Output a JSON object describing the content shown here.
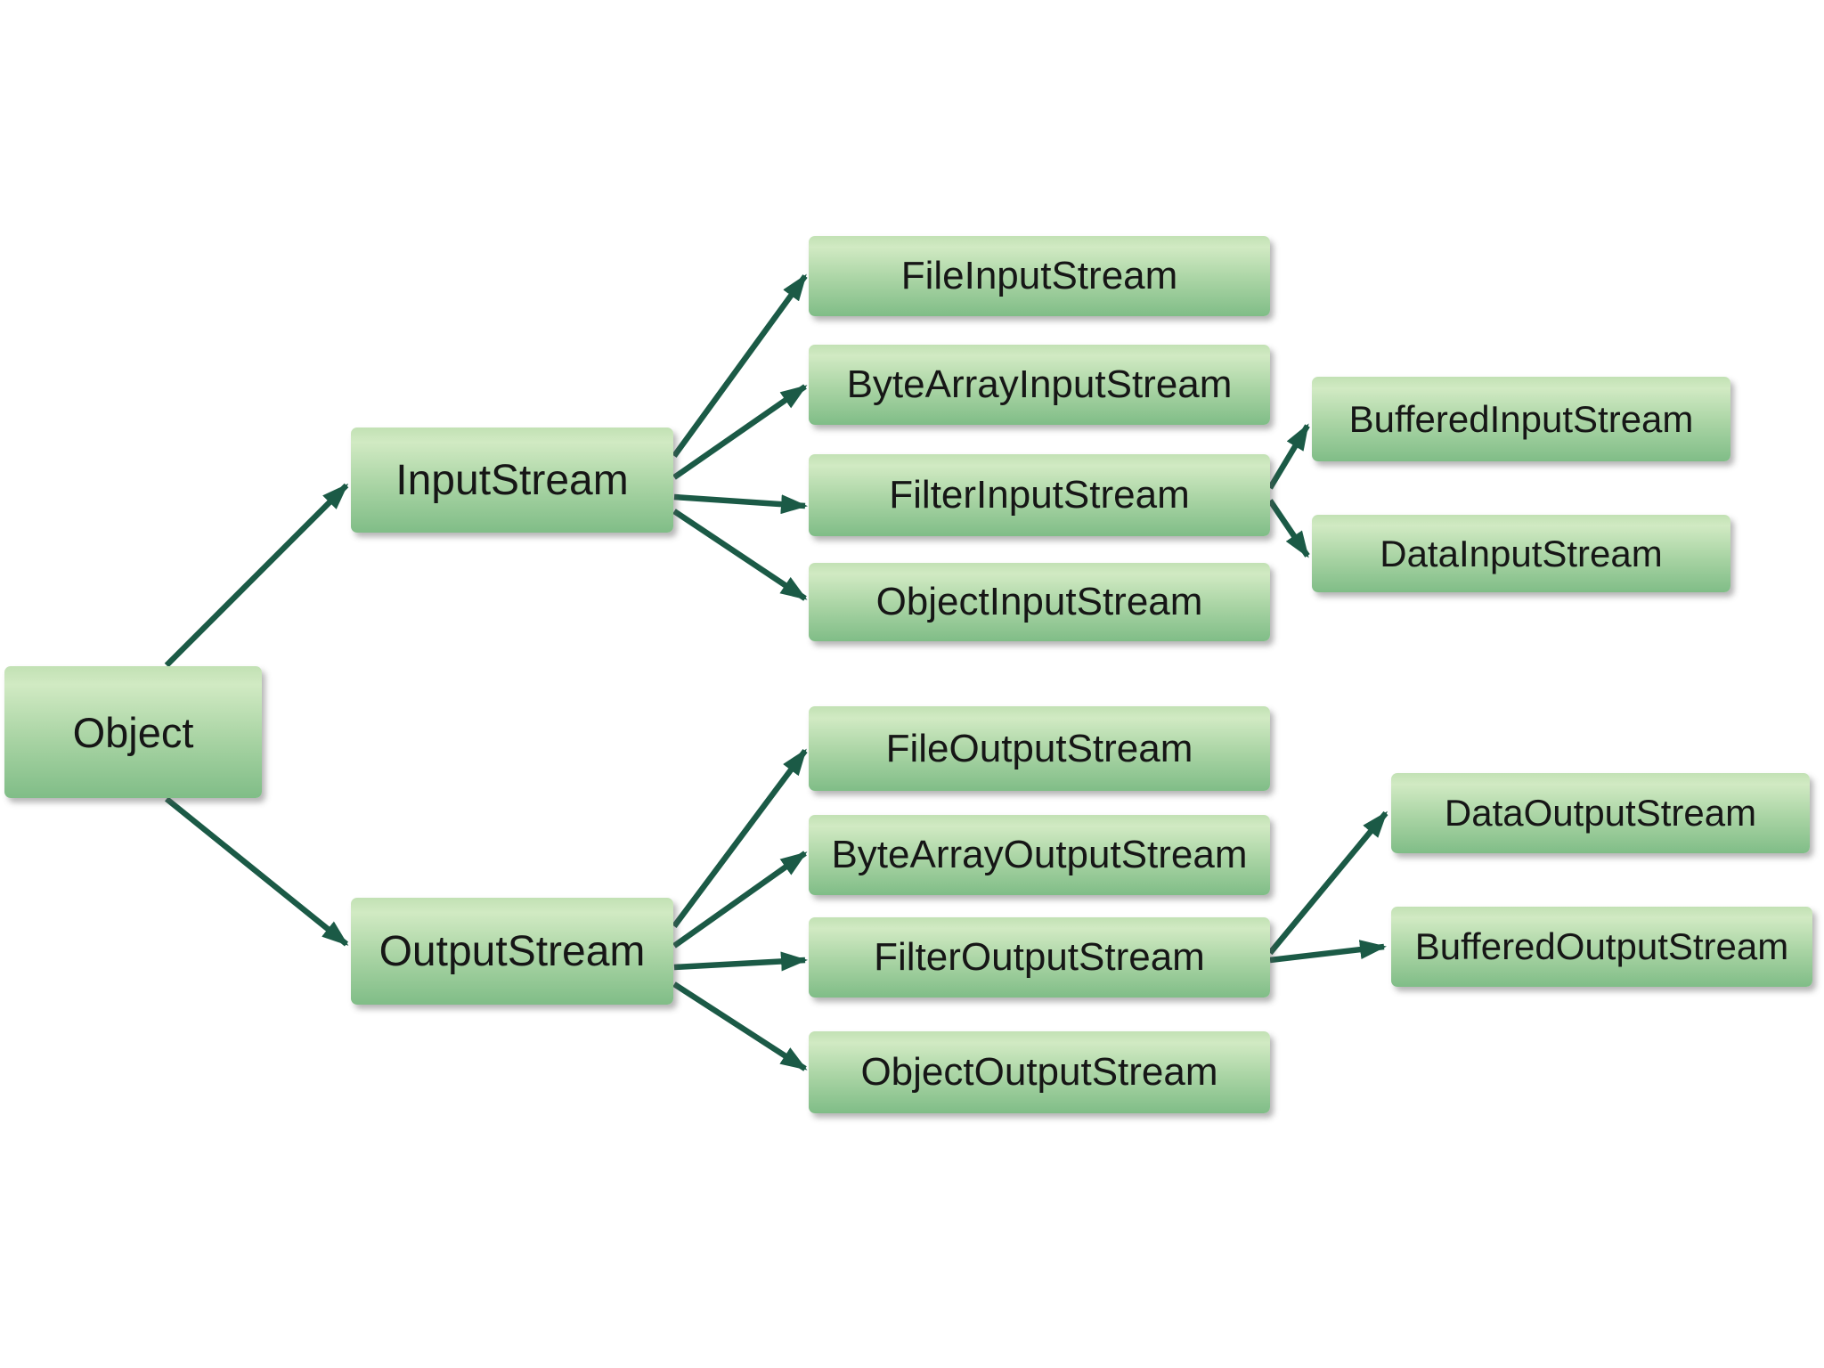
{
  "colors": {
    "background": "#ffffff",
    "box_gradient_top": "#c2e1b4",
    "box_gradient_light": "#d1eac3",
    "box_gradient_mid": "#a9d4a4",
    "box_gradient_bottom": "#80bd87",
    "arrow": "#1b5a46",
    "text": "#161616"
  },
  "nodes": {
    "object": {
      "label": "Object"
    },
    "input_stream": {
      "label": "InputStream"
    },
    "output_stream": {
      "label": "OutputStream"
    },
    "file_input_stream": {
      "label": "FileInputStream"
    },
    "byte_array_input_stream": {
      "label": "ByteArrayInputStream"
    },
    "filter_input_stream": {
      "label": "FilterInputStream"
    },
    "object_input_stream": {
      "label": "ObjectInputStream"
    },
    "buffered_input_stream": {
      "label": "BufferedInputStream"
    },
    "data_input_stream": {
      "label": "DataInputStream"
    },
    "file_output_stream": {
      "label": "FileOutputStream"
    },
    "byte_array_output_stream": {
      "label": "ByteArrayOutputStream"
    },
    "filter_output_stream": {
      "label": "FilterOutputStream"
    },
    "object_output_stream": {
      "label": "ObjectOutputStream"
    },
    "data_output_stream": {
      "label": "DataOutputStream"
    },
    "buffered_output_stream": {
      "label": "BufferedOutputStream"
    }
  },
  "edges": [
    {
      "from": "Object",
      "to": "InputStream"
    },
    {
      "from": "Object",
      "to": "OutputStream"
    },
    {
      "from": "InputStream",
      "to": "FileInputStream"
    },
    {
      "from": "InputStream",
      "to": "ByteArrayInputStream"
    },
    {
      "from": "InputStream",
      "to": "FilterInputStream"
    },
    {
      "from": "InputStream",
      "to": "ObjectInputStream"
    },
    {
      "from": "FilterInputStream",
      "to": "BufferedInputStream"
    },
    {
      "from": "FilterInputStream",
      "to": "DataInputStream"
    },
    {
      "from": "OutputStream",
      "to": "FileOutputStream"
    },
    {
      "from": "OutputStream",
      "to": "ByteArrayOutputStream"
    },
    {
      "from": "OutputStream",
      "to": "FilterOutputStream"
    },
    {
      "from": "OutputStream",
      "to": "ObjectOutputStream"
    },
    {
      "from": "FilterOutputStream",
      "to": "DataOutputStream"
    },
    {
      "from": "FilterOutputStream",
      "to": "BufferedOutputStream"
    }
  ]
}
